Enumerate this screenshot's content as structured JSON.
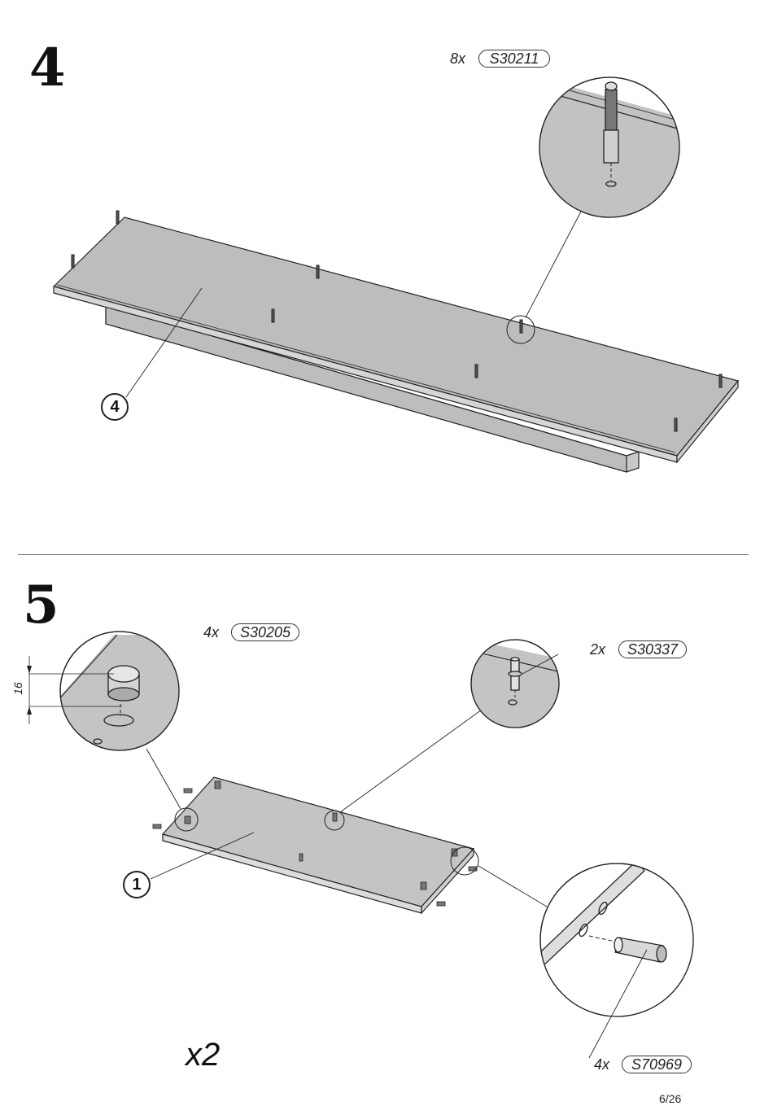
{
  "step4": {
    "number": "4",
    "quantity": "8x",
    "part_code": "S30211",
    "panel_callout": "4"
  },
  "step5": {
    "number": "5",
    "cam": {
      "quantity": "4x",
      "part_code": "S30205",
      "dimension": "16"
    },
    "bolt": {
      "quantity": "2x",
      "part_code": "S30337"
    },
    "dowel": {
      "quantity": "4x",
      "part_code": "S70969"
    },
    "panel_callout": "1",
    "multiplier": "x2"
  },
  "page": {
    "number": "6/26"
  }
}
